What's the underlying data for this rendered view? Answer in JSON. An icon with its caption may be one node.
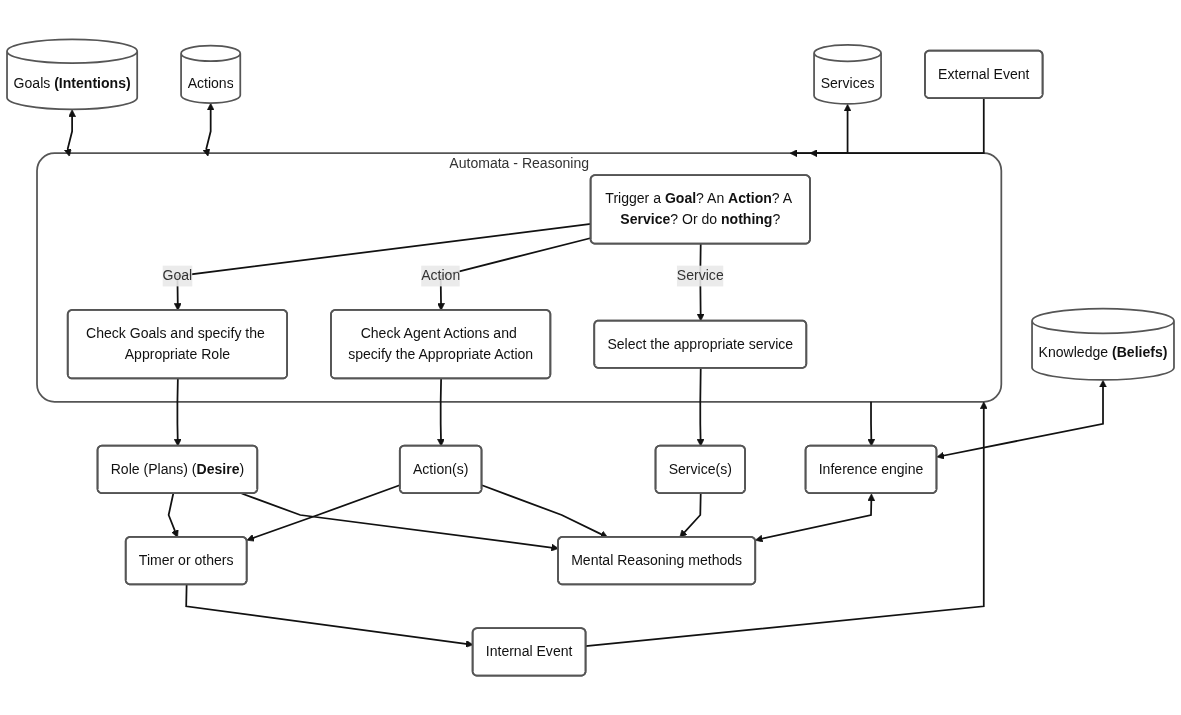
{
  "diagram": {
    "nodes": [
      {
        "text": [
          "Goals **(Intentions)**"
        ]
      },
      {
        "text": [
          "Actions"
        ]
      },
      {
        "text": [
          "Services"
        ]
      },
      {
        "text": [
          "Knowledge **(Beliefs)**"
        ]
      },
      {
        "text": [
          "External Event"
        ]
      },
      {
        "text": [
          "Internal Event"
        ]
      },
      {
        "text": [
          "Timer or others"
        ]
      },
      {
        "text": [
          "Automata - Reasoning"
        ]
      },
      {
        "text": [
          "Trigger a **Goal**? An **Action**? A **Service**? Or do **nothing**?"
        ],
        "in": 7
      },
      {
        "text": [
          "Check Goals and specify the Appropriate Role"
        ],
        "in": 7
      },
      {
        "text": [
          "Check Agent Actions and specify the Appropriate Action"
        ],
        "in": 7
      },
      {
        "text": [
          "Select the appropriate service"
        ],
        "in": 7
      },
      {
        "text": [
          "Inference engine"
        ]
      },
      {
        "text": [
          "Mental Reasoning methods"
        ]
      },
      {
        "text": [
          "Role (Plans) (**Desire**)"
        ]
      },
      {
        "text": [
          "Action(s)"
        ]
      },
      {
        "text": [
          "Service(s)"
        ]
      }
    ],
    "edges": [
      {
        "from": 0,
        "to": 7,
        "arrow": "both"
      },
      {
        "from": 1,
        "to": 7,
        "arrow": "both"
      },
      {
        "from": 2,
        "to": 7,
        "arrow": "both"
      },
      {
        "from": 3,
        "to": 12,
        "arrow": "both"
      },
      {
        "from": 4,
        "to": 7,
        "arrow": "to"
      },
      {
        "from": 5,
        "to": 7,
        "arrow": "to"
      },
      {
        "from": 6,
        "to": 5,
        "arrow": "to"
      },
      {
        "from": 7,
        "to": 12,
        "arrow": "to"
      },
      {
        "from": 8,
        "to": 9,
        "label": "Goal",
        "arrow": "to"
      },
      {
        "from": 8,
        "to": 10,
        "label": "Action",
        "arrow": "to"
      },
      {
        "from": 8,
        "to": 11,
        "label": "Service",
        "arrow": "to"
      },
      {
        "from": 12,
        "to": 13,
        "arrow": "both"
      },
      {
        "from": 9,
        "to": 14,
        "arrow": "to"
      },
      {
        "from": 10,
        "to": 15,
        "arrow": "to"
      },
      {
        "from": 11,
        "to": 16,
        "arrow": "to"
      },
      {
        "from": 14,
        "to": 6,
        "arrow": "to"
      },
      {
        "from": 14,
        "to": 13,
        "arrow": "to"
      },
      {
        "from": 15,
        "to": 6,
        "arrow": "to"
      },
      {
        "from": 15,
        "to": 13,
        "arrow": "to"
      },
      {
        "from": 16,
        "to": 13,
        "arrow": "to"
      }
    ]
  }
}
